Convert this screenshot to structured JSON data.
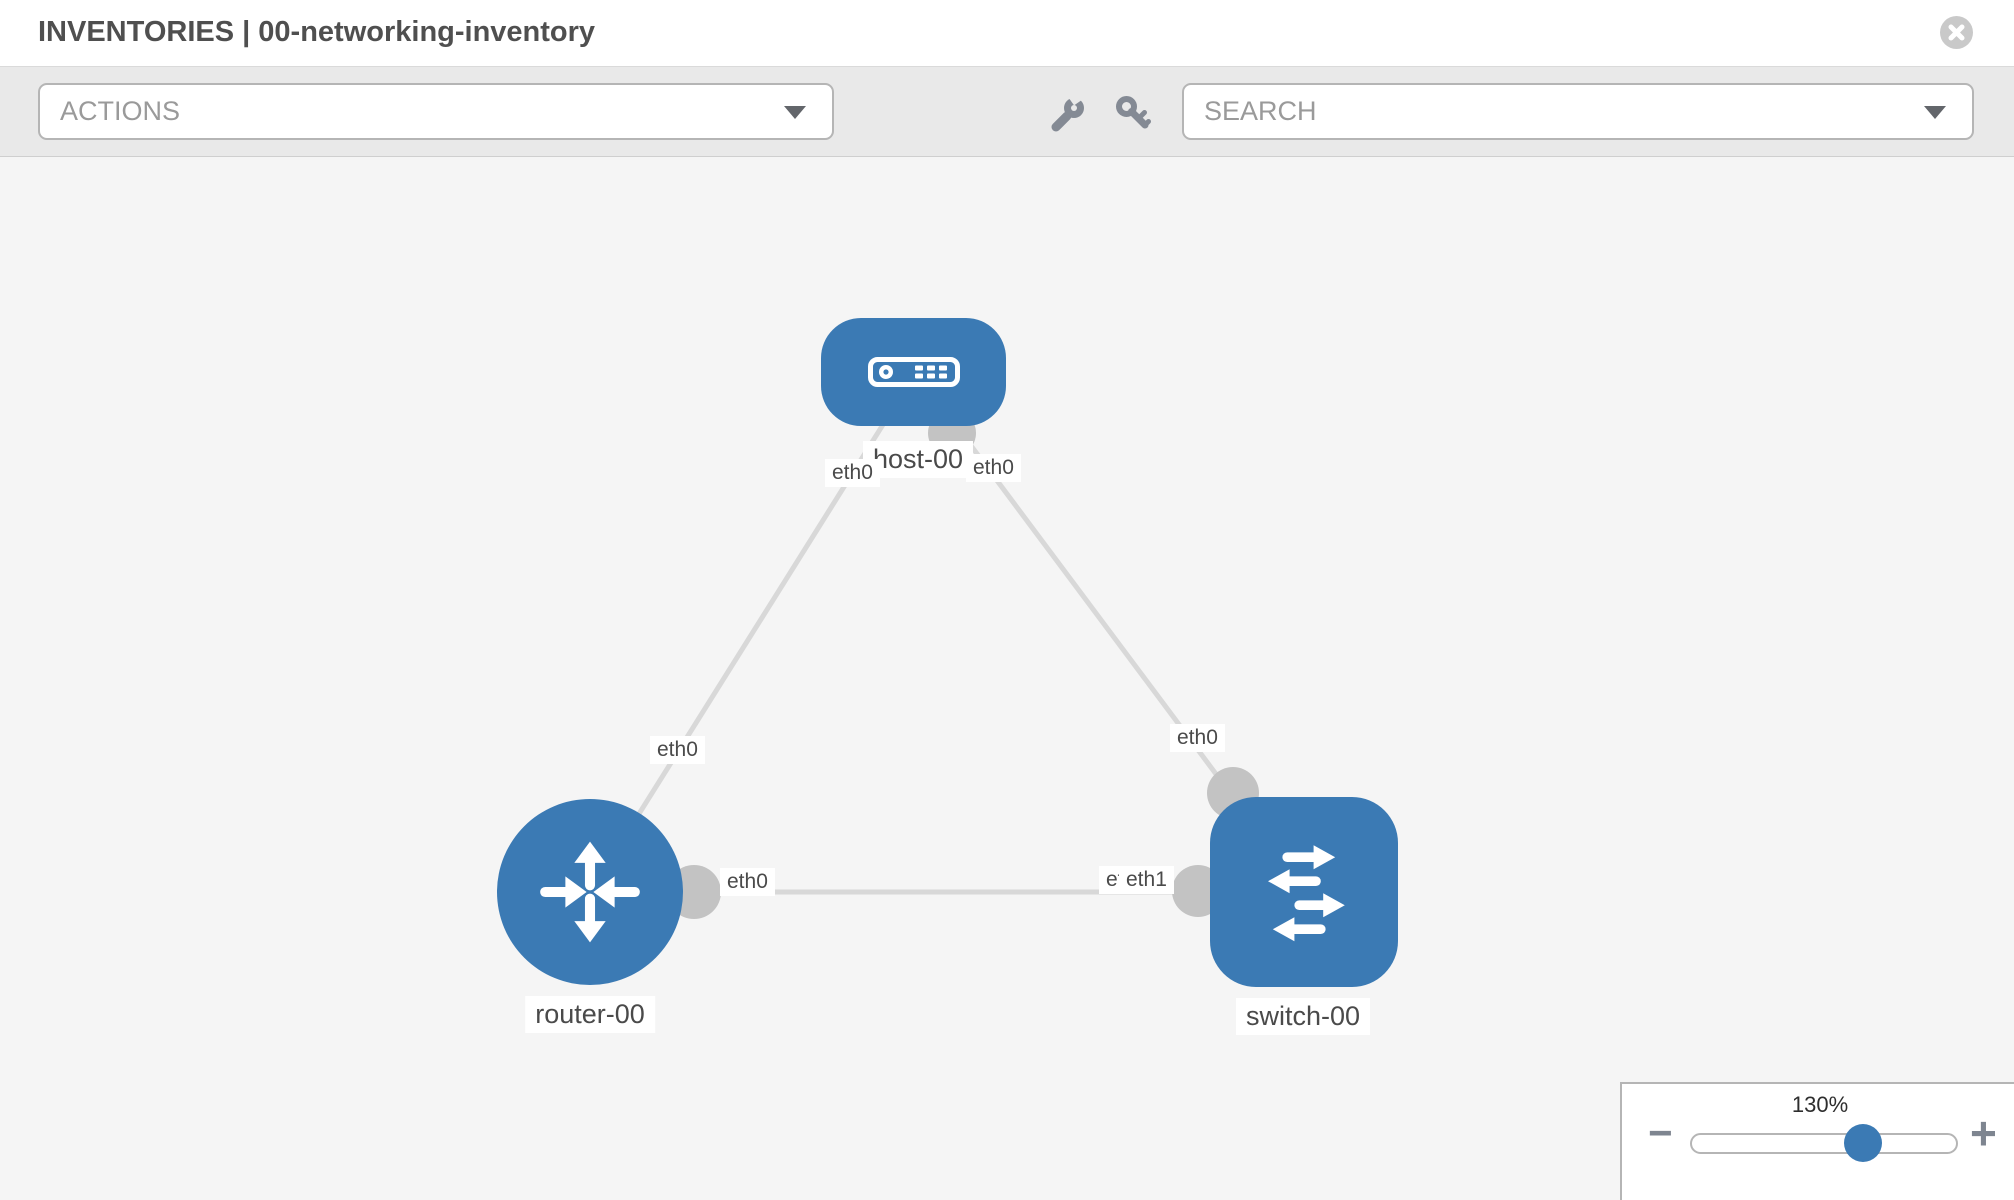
{
  "header": {
    "title": "INVENTORIES | 00-networking-inventory"
  },
  "toolbar": {
    "actions_label": "ACTIONS",
    "search_placeholder": "SEARCH"
  },
  "topology": {
    "nodes": [
      {
        "id": "host-00",
        "type": "host",
        "label": "host-00"
      },
      {
        "id": "router-00",
        "type": "router",
        "label": "router-00"
      },
      {
        "id": "switch-00",
        "type": "switch",
        "label": "switch-00"
      }
    ],
    "links": [
      {
        "source": "router-00",
        "source_interface": "eth0",
        "target": "host-00",
        "target_interface": "eth0"
      },
      {
        "source": "host-00",
        "source_interface": "eth0",
        "target": "switch-00",
        "target_interface": "eth0"
      },
      {
        "source": "router-00",
        "source_interface": "eth0",
        "target": "switch-00",
        "target_interface": "eth1"
      }
    ],
    "interface_labels": {
      "host_left": "eth0",
      "host_right": "eth0",
      "router_link": "eth0",
      "switch_top_link": "eth0",
      "bottom_router_side": "eth0",
      "bottom_switch_side_back": "eth0",
      "bottom_switch_side_front": "eth1"
    }
  },
  "zoom_control": {
    "level": "130%",
    "minus_label": "−",
    "plus_label": "+"
  },
  "colors": {
    "node_blue": "#3b7ab4",
    "link_gray": "#d8d8d8",
    "port_gray": "#c3c3c3",
    "toolbar_bg": "#e9e9e9",
    "canvas_bg": "#f5f5f5"
  }
}
